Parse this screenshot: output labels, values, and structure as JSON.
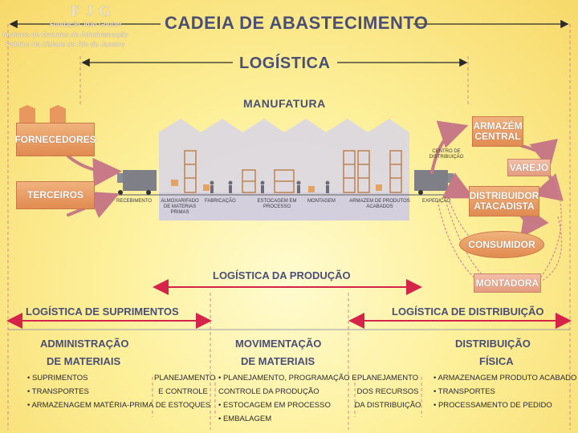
{
  "header": {
    "logo_letters": "FJG",
    "logo_line1": "Fundação João Goulart",
    "logo_line2": "Instituto de Estudos de Administração",
    "logo_line3": "Pública da Cidade do Rio de Janeiro",
    "title": "CADEIA DE ABASTECIMENTO",
    "logistics": "LOGÍSTICA"
  },
  "factory": {
    "title": "MANUFATURA",
    "labels": {
      "recebimento": "RECEBIMENTO",
      "almoxarifado": "ALMOXARIFADO DE MATERIAS PRIMAS",
      "fabricacao": "FABRICAÇÃO",
      "estocagem": "ESTOCAGEM EM PROCESSO",
      "montagem": "MONTAGEM",
      "armazem": "ARMAZEM DE PRODUTOS ACABADOS",
      "expedicao": "EXPEDIÇÃO",
      "centro": "CENTRO DE DISTRIBUIÇÃO"
    }
  },
  "inputs": {
    "fornecedores": "FORNECEDORES",
    "terceiros": "TERCEIROS"
  },
  "outputs": {
    "armazem_central": "ARMAZÉM CENTRAL",
    "varejo": "VAREJO",
    "distribuidor": "DISTRIBUIDOR ATACADISTA",
    "consumidor": "CONSUMIDOR",
    "montadora": "MONTADORA"
  },
  "sections": {
    "producao": "LOGÍSTICA DA PRODUÇÃO",
    "suprimentos": "LOGÍSTICA DE SUPRIMENTOS",
    "distribuicao": "LOGÍSTICA DE DISTRIBUIÇÃO"
  },
  "columns": {
    "adm": {
      "line1": "ADMINISTRAÇÃO",
      "line2": "DE MATERIAIS",
      "items": [
        "• SUPRIMENTOS",
        "• TRANSPORTES",
        "• ARMAZENAGEM MATÉRIA-PRIMA"
      ]
    },
    "planej_estoques": [
      "PLANEJAMENTO",
      "E CONTROLE",
      "DE ESTOQUES"
    ],
    "mov": {
      "line1": "MOVIMENTAÇÃO",
      "line2": "DE MATERIAIS",
      "items": [
        "• PLANEJAMENTO, PROGRAMAÇÃO E",
        "CONTROLE DA PRODUÇÃO",
        "• ESTOCAGEM EM PROCESSO",
        "• EMBALAGEM"
      ]
    },
    "planej_recursos": [
      "PLANEJAMENTO",
      "DOS RECURSOS",
      "DA DISTRIBUIÇÃO"
    ],
    "dist": {
      "line1": "DISTRIBUIÇÃO",
      "line2": "FÍSICA",
      "items": [
        "• ARMAZENAGEM PRODUTO ACABADO",
        "• TRANSPORTES",
        "• PROCESSAMENTO DE PEDIDO"
      ]
    }
  }
}
